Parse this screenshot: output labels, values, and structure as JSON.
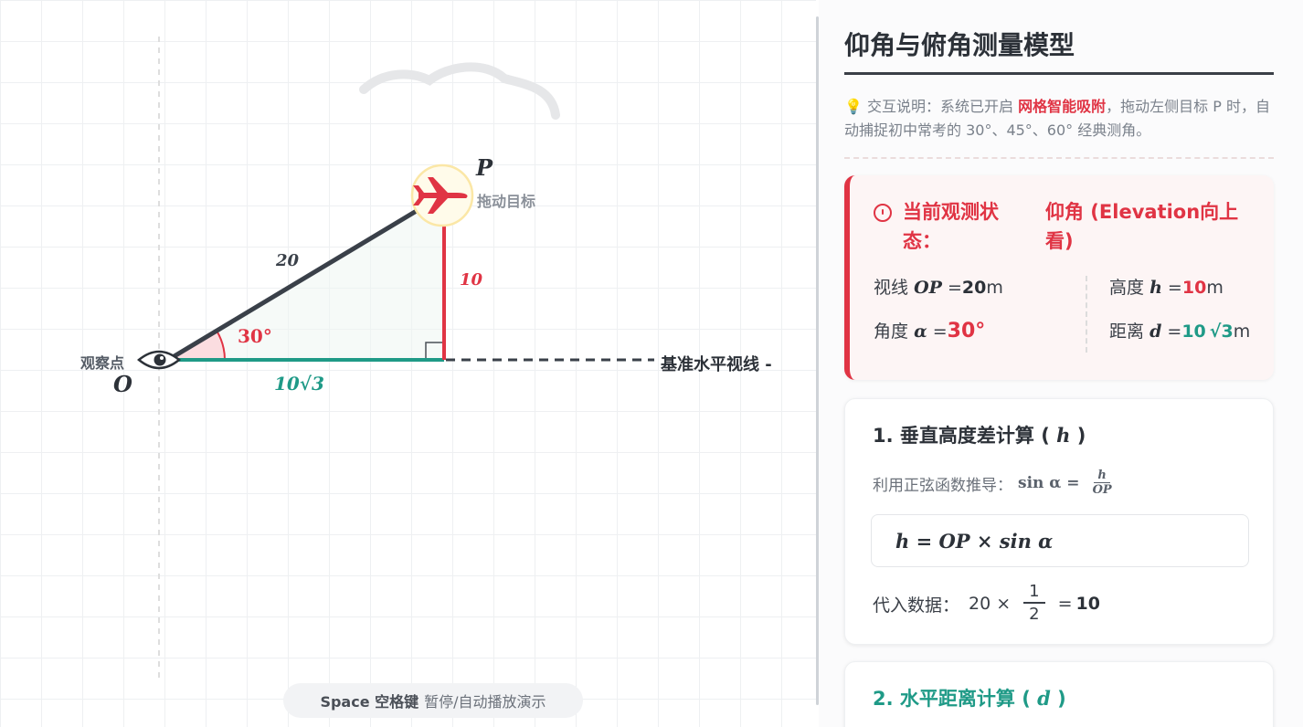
{
  "canvas": {
    "observer_label": "观察点",
    "observer_point": "O",
    "target_point": "P",
    "drag_label": "拖动目标",
    "hypotenuse_label": "20",
    "height_label": "10",
    "angle_label": "30°",
    "distance_label": "10√3",
    "baseline_label": "基准水平视线 -",
    "hint_key": "Space 空格键",
    "hint_text": "暂停/自动播放演示"
  },
  "panel": {
    "title": "仰角与俯角测量模型",
    "tip_icon": "lightbulb-icon",
    "tip_prefix": "💡 交互说明：系统已开启 ",
    "tip_highlight": "网格智能吸附",
    "tip_suffix": "，拖动左侧目标 P 时，自动捕捉初中常考的 30°、45°、60° 经典测角。",
    "status": {
      "label": "当前观测状态：",
      "mode": "仰角 (Elevation向上看)",
      "los_label": "视线",
      "los_symbol": "OP",
      "los_value": "20",
      "los_unit": "m",
      "height_label": "高度",
      "height_symbol": "h",
      "height_value": "10",
      "height_unit": "m",
      "angle_label": "角度",
      "angle_symbol": "α",
      "angle_value": "30°",
      "distance_label": "距离",
      "distance_symbol": "d",
      "distance_value": "10",
      "distance_root": "√3",
      "distance_unit": "m"
    },
    "card_h": {
      "title_prefix": "1. 垂直高度差计算 ( ",
      "title_symbol": "h",
      "title_suffix": " )",
      "derive_text": "利用正弦函数推导：",
      "derive_lhs": "sin α =",
      "frac_num": "h",
      "frac_den": "OP",
      "formula": "h = OP × sin α",
      "subst_label": "代入数据：",
      "subst_lhs": "20 ×",
      "subst_num": "1",
      "subst_den": "2",
      "subst_eq": "=",
      "subst_result": "10"
    },
    "card_d": {
      "title_prefix": "2. 水平距离计算 ( ",
      "title_symbol": "d",
      "title_suffix": " )"
    }
  },
  "colors": {
    "red": "#e03444",
    "teal": "#1f9a87",
    "dark": "#3a4049",
    "target_ring": "#fbe7a6"
  }
}
